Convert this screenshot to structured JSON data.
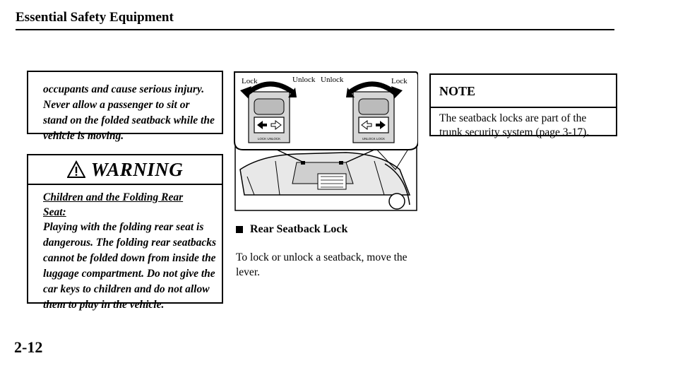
{
  "header": {
    "title": "Essential Safety Equipment"
  },
  "continued_warning": {
    "text": "occupants and cause serious injury. Never allow a passenger to sit or stand on the folded seatback while the vehicle is moving."
  },
  "warning": {
    "title": "WARNING",
    "subtitle": "Children and the Folding Rear Seat:",
    "body": "Playing with the folding rear seat is dangerous. The folding rear seatbacks cannot be folded down from inside the luggage compartment. Do not give the car keys to children and do not allow them to play in the vehicle."
  },
  "figure": {
    "labels": {
      "lock_left": "Lock",
      "unlock_left": "Unlock",
      "unlock_right": "Unlock",
      "lock_right": "Lock"
    },
    "switch_left_tiny": "LOCK   UNLOCK",
    "switch_right_tiny": "UNLOCK   LOCK"
  },
  "section": {
    "caption": "Rear Seatback Lock",
    "body": "To lock or unlock a seatback, move the lever."
  },
  "note": {
    "title": "NOTE",
    "body": "The seatback locks are part of the trunk security system (page 3-17)."
  },
  "page_number": "2-12"
}
